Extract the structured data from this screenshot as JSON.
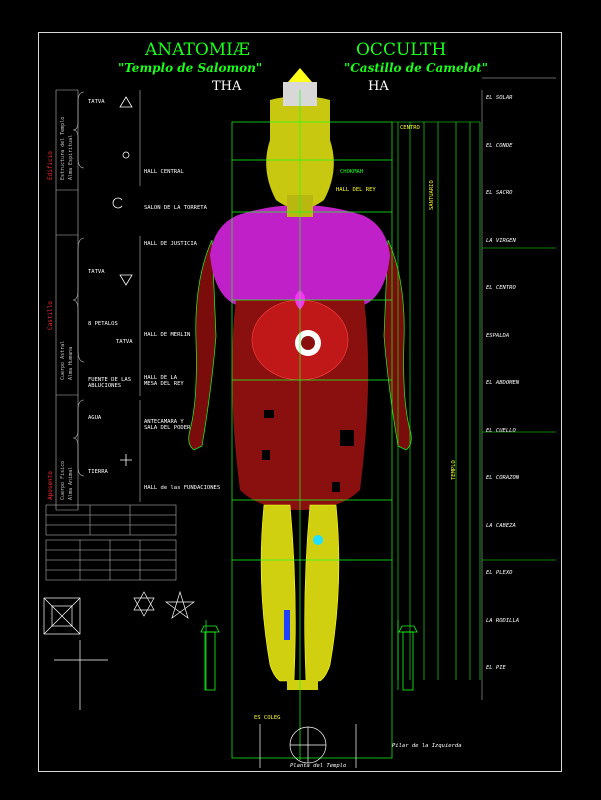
{
  "title": {
    "main_left": "ANATOMIÆ",
    "main_right": "OCCULTH",
    "sub_left": "\"Templo de Salomon\"",
    "sub_right": "\"Castillo de Camelot\"",
    "tag_left": "THA",
    "tag_right": "HA"
  },
  "left_labels": {
    "tatva": "TATVA",
    "hall_central": "HALL CENTRAL",
    "salon_torreta": "SALON DE LA TORRETA",
    "hall_justicia": "HALL DE JUSTICIA",
    "tatva2": "TATVA",
    "petalos": "8 PETALOS",
    "tatva3": "TATVA",
    "hall_merlin": "HALL DE MERLIN",
    "fuente": "FUENTE DE LAS ABLUCIONES",
    "hall_rey": "HALL DE LA MESA DEL REY",
    "agua": "AGUA",
    "antecamara": "ANTECAMARA Y SALA DEL PODER",
    "tierra": "TIERRA",
    "hall_fundaciones": "HALL de las FUNDACIONES"
  },
  "figure_labels": {
    "hall_rey_head": "HALL DEL REY",
    "chokmah": "CHOKMAH"
  },
  "right_column": {
    "col_header": "CENTRO",
    "col_vertical": "SANTUARIO",
    "col_templo": "TEMPLO",
    "items": [
      "EL SOLAR",
      "EL CONDE",
      "EL SACRO",
      "LA VIRGEN",
      "EL CENTRO",
      "ESPALDA",
      "EL ABDOMEN",
      "EL CUELLO",
      "EL CORAZON",
      "LA CABEZA",
      "EL PLEXO",
      "LA RODILLA",
      "EL PIE"
    ]
  },
  "bottom": {
    "sign": "ES COLEG",
    "footer_a": "Planta del Templo",
    "footer_b": "Pilar de la Izquierda"
  },
  "colors": {
    "green": "#1aff1a",
    "yellow": "#ffff1a",
    "magenta": "#e020e0",
    "red": "#c01010",
    "darkred": "#8a1010",
    "white": "#ffffff",
    "cyan": "#20e0ff"
  }
}
